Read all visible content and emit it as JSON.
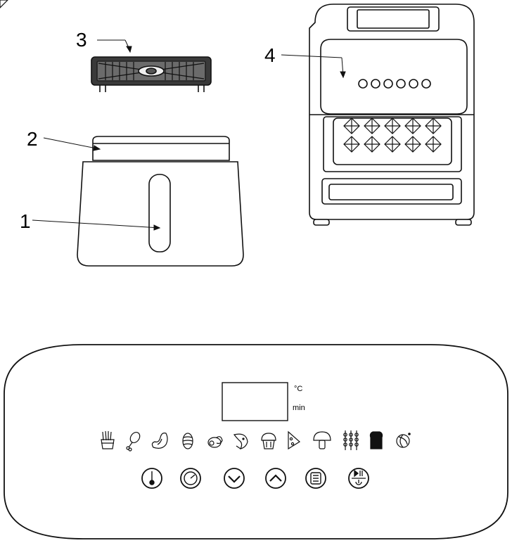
{
  "callouts": [
    "1",
    "2",
    "3",
    "4"
  ],
  "display": {
    "temp_unit": "°C",
    "time_unit": "min"
  },
  "preset_icons": [
    "fries-icon",
    "drumstick-icon",
    "steak-icon",
    "shrimp-icon",
    "eggs-icon",
    "fish-icon",
    "cake-icon",
    "pizza-icon",
    "mushroom-icon",
    "skewers-icon",
    "toast-icon",
    "dehydrate-icon"
  ],
  "control_buttons": [
    "thermometer-icon",
    "timer-icon",
    "chevron-down-icon",
    "chevron-up-icon",
    "menu-icon",
    "play-pause-power-icon"
  ],
  "colors": {
    "line": "#111111",
    "background": "#ffffff"
  }
}
